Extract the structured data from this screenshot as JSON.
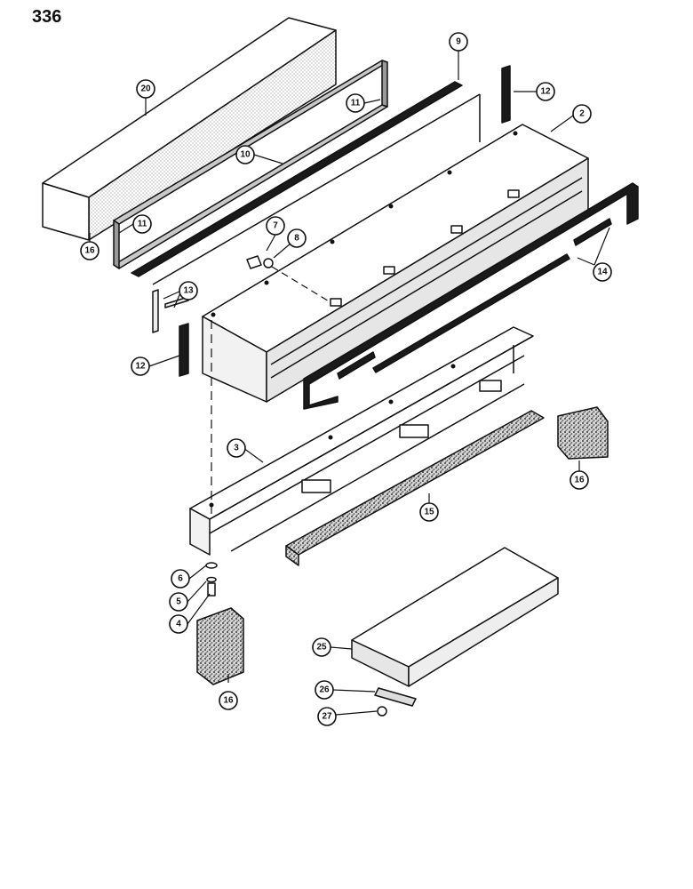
{
  "page": {
    "number": "336"
  },
  "callouts": {
    "c20": "20",
    "c11a": "11",
    "c11b": "11",
    "c9": "9",
    "c10": "10",
    "c12a": "12",
    "c12b": "12",
    "c2": "2",
    "c7": "7",
    "c8": "8",
    "c16a": "16",
    "c16b": "16",
    "c16c": "16",
    "c13": "13",
    "c14": "14",
    "c3": "3",
    "c15": "15",
    "c6": "6",
    "c5": "5",
    "c4": "4",
    "c25": "25",
    "c26": "26",
    "c27": "27"
  },
  "colors": {
    "line": "#111111",
    "panel": "#f2f2f2",
    "foam": "#777777",
    "strip": "#1a1a1a",
    "paper": "#ffffff"
  }
}
